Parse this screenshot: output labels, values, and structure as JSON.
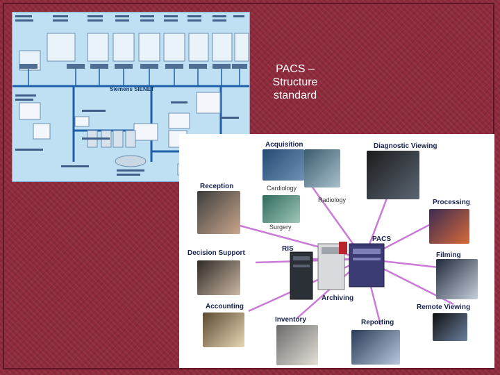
{
  "slide": {
    "title_lines": [
      "PACS –",
      "Structure",
      "standard"
    ]
  },
  "network_diagram": {
    "network_name": "Siemens SIENET",
    "colors": {
      "background": "#bfe0f3",
      "line": "#1d5fa8"
    }
  },
  "pacs_overview": {
    "center": "PACS",
    "nodes": {
      "acquisition": "Acquisition",
      "diagnostic_viewing": "Diagnostic Viewing",
      "reception": "Reception",
      "processing": "Processing",
      "decision_support": "Decision Support",
      "ris": "RIS",
      "filming": "Filming",
      "accounting": "Accounting",
      "archiving": "Archiving",
      "remote_viewing": "Remote Viewing",
      "inventory": "Inventory",
      "reporting": "Reporting"
    },
    "sub_nodes": {
      "cardiology": "Cardiology",
      "radiology": "Radiology",
      "surgery": "Surgery"
    },
    "colors": {
      "spoke": "#c97ad6",
      "label": "#17224f"
    }
  }
}
